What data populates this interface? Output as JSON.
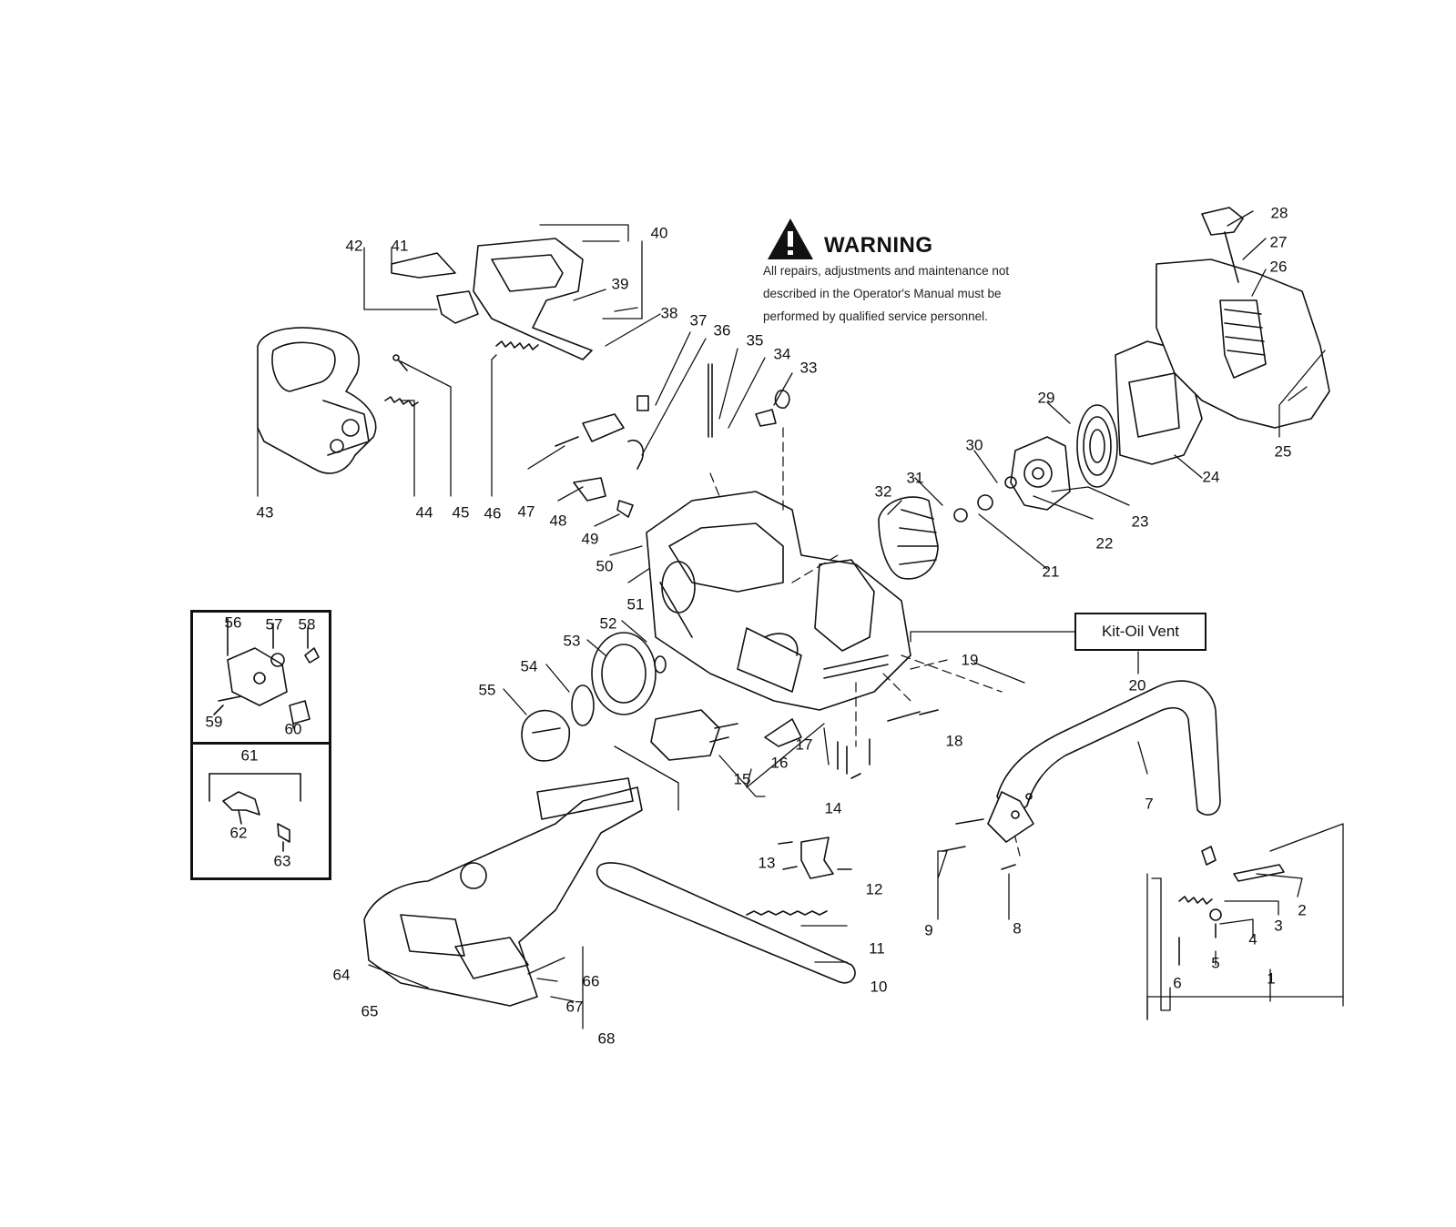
{
  "warning": {
    "title": "WARNING",
    "lines": [
      "All repairs, adjustments and maintenance not",
      "described in the Operator's Manual must be",
      "performed by qualified  service personnel."
    ]
  },
  "kit_label": "Kit-Oil Vent",
  "callouts": {
    "c1": "1",
    "c2": "2",
    "c3": "3",
    "c4": "4",
    "c5": "5",
    "c6": "6",
    "c7": "7",
    "c8": "8",
    "c9": "9",
    "c10": "10",
    "c11": "11",
    "c12": "12",
    "c13": "13",
    "c14": "14",
    "c15": "15",
    "c16": "16",
    "c17": "17",
    "c18": "18",
    "c19": "19",
    "c20": "20",
    "c21": "21",
    "c22": "22",
    "c23": "23",
    "c24": "24",
    "c25": "25",
    "c26": "26",
    "c27": "27",
    "c28": "28",
    "c29": "29",
    "c30": "30",
    "c31": "31",
    "c32": "32",
    "c33": "33",
    "c34": "34",
    "c35": "35",
    "c36": "36",
    "c37": "37",
    "c38": "38",
    "c39": "39",
    "c40": "40",
    "c41": "41",
    "c42": "42",
    "c43": "43",
    "c44": "44",
    "c45": "45",
    "c46": "46",
    "c47": "47",
    "c48": "48",
    "c49": "49",
    "c50": "50",
    "c51": "51",
    "c52": "52",
    "c53": "53",
    "c54": "54",
    "c55": "55",
    "c56": "56",
    "c57": "57",
    "c58": "58",
    "c59": "59",
    "c60": "60",
    "c61": "61",
    "c62": "62",
    "c63": "63",
    "c64": "64",
    "c65": "65",
    "c66": "66",
    "c67": "67",
    "c68": "68"
  }
}
